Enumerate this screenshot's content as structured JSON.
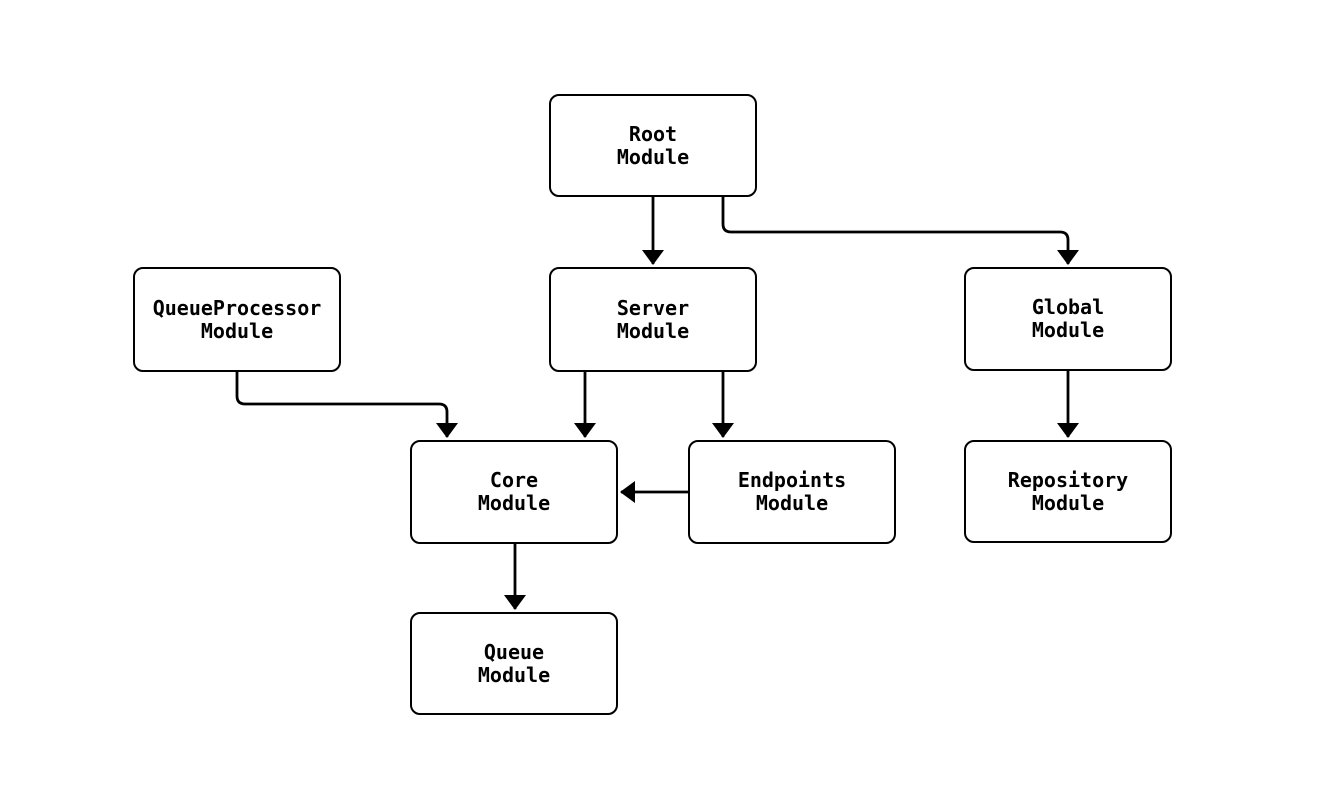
{
  "diagram": {
    "type": "flowchart",
    "background_color": "#ffffff",
    "stroke_color": "#000000",
    "node_fill_color": "#ffffff",
    "text_color": "#000000",
    "nodes": {
      "root": {
        "label": "Root\nModule"
      },
      "queueprocessor": {
        "label": "QueueProcessor\nModule"
      },
      "server": {
        "label": "Server\nModule"
      },
      "global": {
        "label": "Global\nModule"
      },
      "core": {
        "label": "Core\nModule"
      },
      "endpoints": {
        "label": "Endpoints\nModule"
      },
      "repository": {
        "label": "Repository\nModule"
      },
      "queue": {
        "label": "Queue\nModule"
      }
    },
    "edges": [
      {
        "from": "Root Module",
        "to": "Server Module"
      },
      {
        "from": "Root Module",
        "to": "Global Module"
      },
      {
        "from": "QueueProcessor Module",
        "to": "Core Module"
      },
      {
        "from": "Server Module",
        "to": "Core Module"
      },
      {
        "from": "Server Module",
        "to": "Endpoints Module"
      },
      {
        "from": "Endpoints Module",
        "to": "Core Module"
      },
      {
        "from": "Global Module",
        "to": "Repository Module"
      },
      {
        "from": "Core Module",
        "to": "Queue Module"
      }
    ]
  }
}
